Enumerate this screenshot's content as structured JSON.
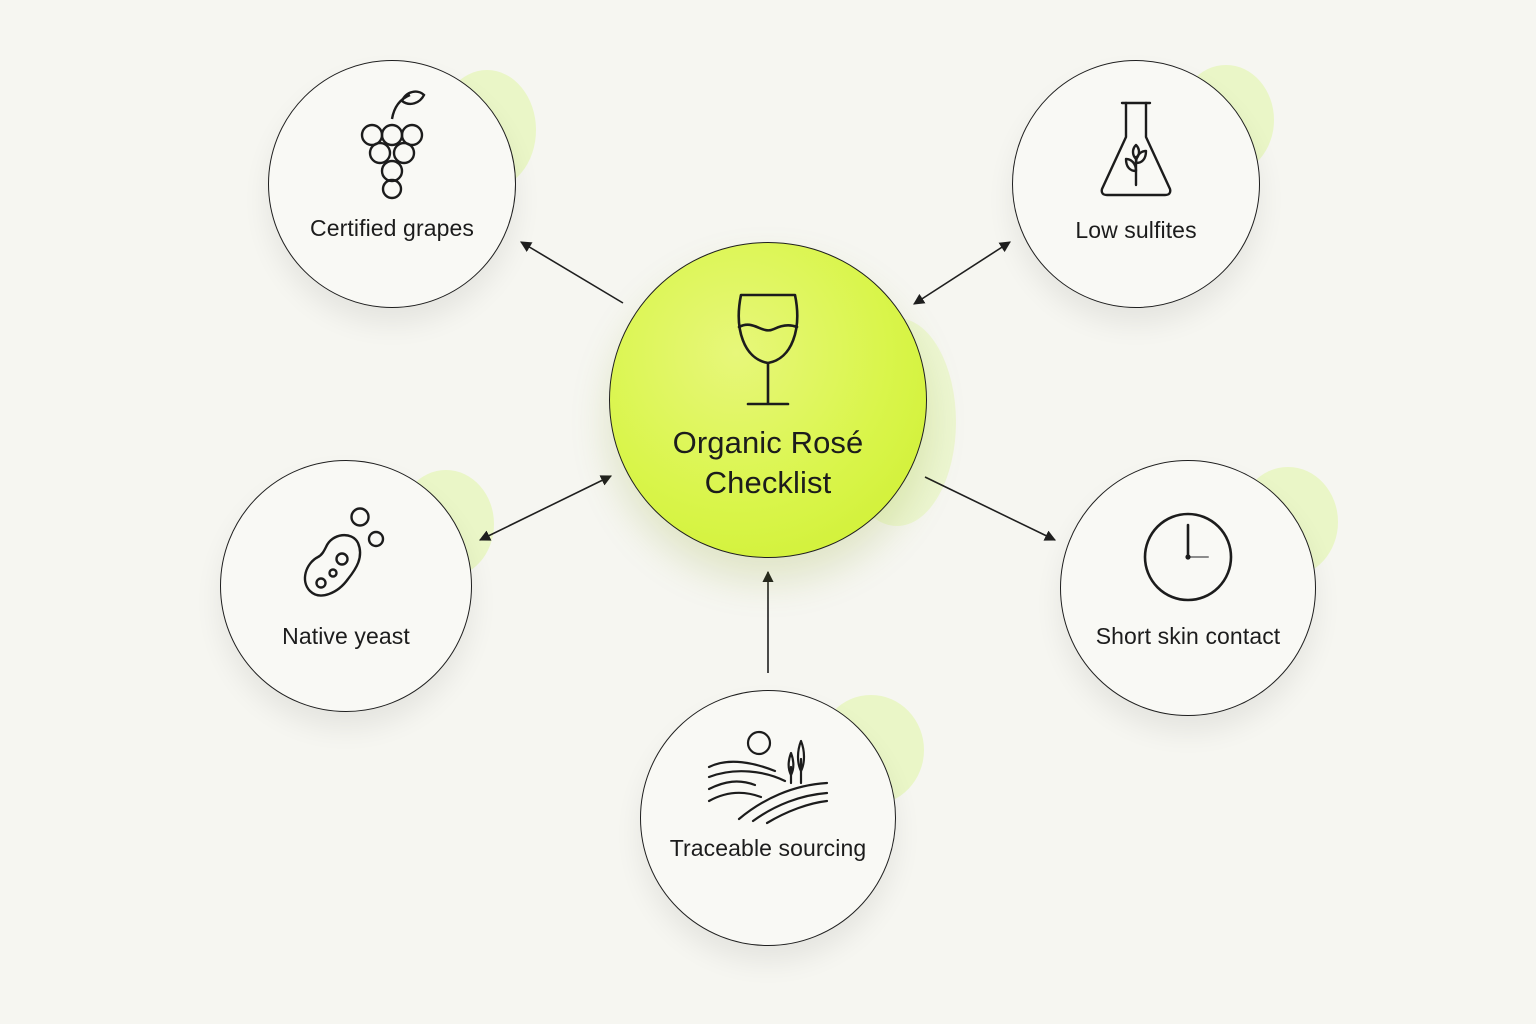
{
  "diagram": {
    "center": {
      "label_line1": "Organic Rosé",
      "label_line2": "Checklist",
      "icon": "wine-glass-icon"
    },
    "nodes": [
      {
        "id": "certified-grapes",
        "label": "Certified grapes",
        "icon": "grapes-icon"
      },
      {
        "id": "low-sulfites",
        "label": "Low sulfites",
        "icon": "flask-leaf-icon"
      },
      {
        "id": "native-yeast",
        "label": "Native yeast",
        "icon": "yeast-cell-icon"
      },
      {
        "id": "short-skin-contact",
        "label": "Short skin contact",
        "icon": "clock-icon"
      },
      {
        "id": "traceable-sourcing",
        "label": "Traceable sourcing",
        "icon": "vineyard-landscape-icon"
      }
    ],
    "colors": {
      "accent": "#d9f54a",
      "accent_soft": "#e6f5b8",
      "stroke": "#1f1f1f",
      "background": "#f6f6f1"
    }
  }
}
